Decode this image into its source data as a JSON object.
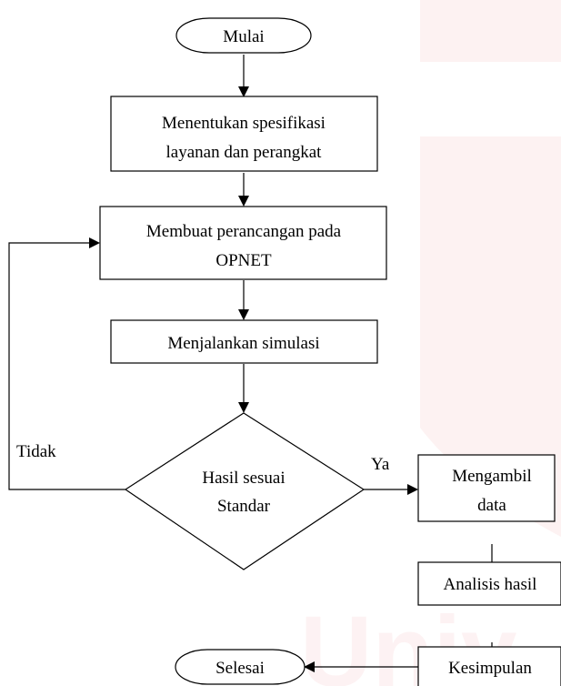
{
  "diagram": {
    "nodes": {
      "start": "Mulai",
      "spec": [
        "Menentukan spesifikasi",
        "layanan dan perangkat"
      ],
      "design": [
        "Membuat perancangan pada",
        "OPNET"
      ],
      "simulate": "Menjalankan simulasi",
      "decision": [
        "Hasil sesuai",
        "Standar"
      ],
      "collect": [
        "Mengambil",
        "data"
      ],
      "analyze": "Analisis hasil",
      "conclude": "Kesimpulan",
      "end": "Selesai"
    },
    "edges": {
      "yes_label": "Ya",
      "no_label": "Tidak"
    }
  },
  "colors": {
    "watermark": "#e21f26",
    "stroke": "#000000"
  }
}
